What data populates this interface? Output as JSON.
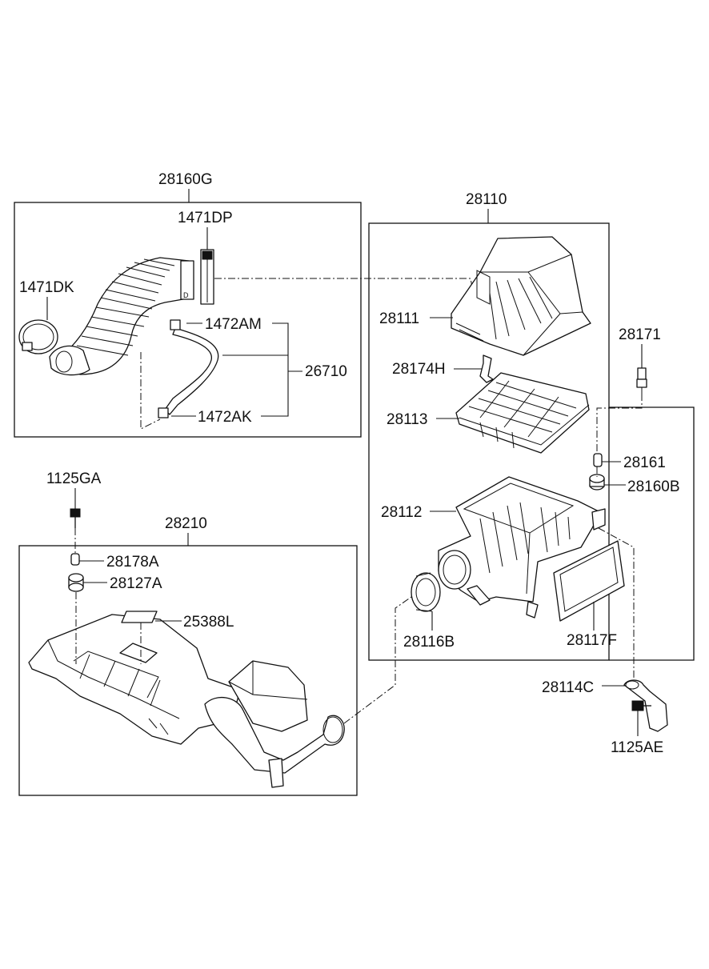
{
  "labels": {
    "assy_28160G": "28160G",
    "clip_1471DP": "1471DP",
    "clamp_1471DK": "1471DK",
    "clamp_1472AM": "1472AM",
    "hose_26710": "26710",
    "clamp_1472AK": "1472AK",
    "assy_28110": "28110",
    "cover_28111": "28111",
    "clip_28174H": "28174H",
    "filter_28113": "28113",
    "bolt_28171": "28171",
    "collar_28161": "28161",
    "grommet_28160B": "28160B",
    "body_28112": "28112",
    "seal_28116B": "28116B",
    "gasket_28117F": "28117F",
    "bracket_28114C": "28114C",
    "bolt_1125AE": "1125AE",
    "bolt_1125GA": "1125GA",
    "assy_28210": "28210",
    "collar_28178A": "28178A",
    "grommet_28127A": "28127A",
    "label_25388L": "25388L"
  }
}
